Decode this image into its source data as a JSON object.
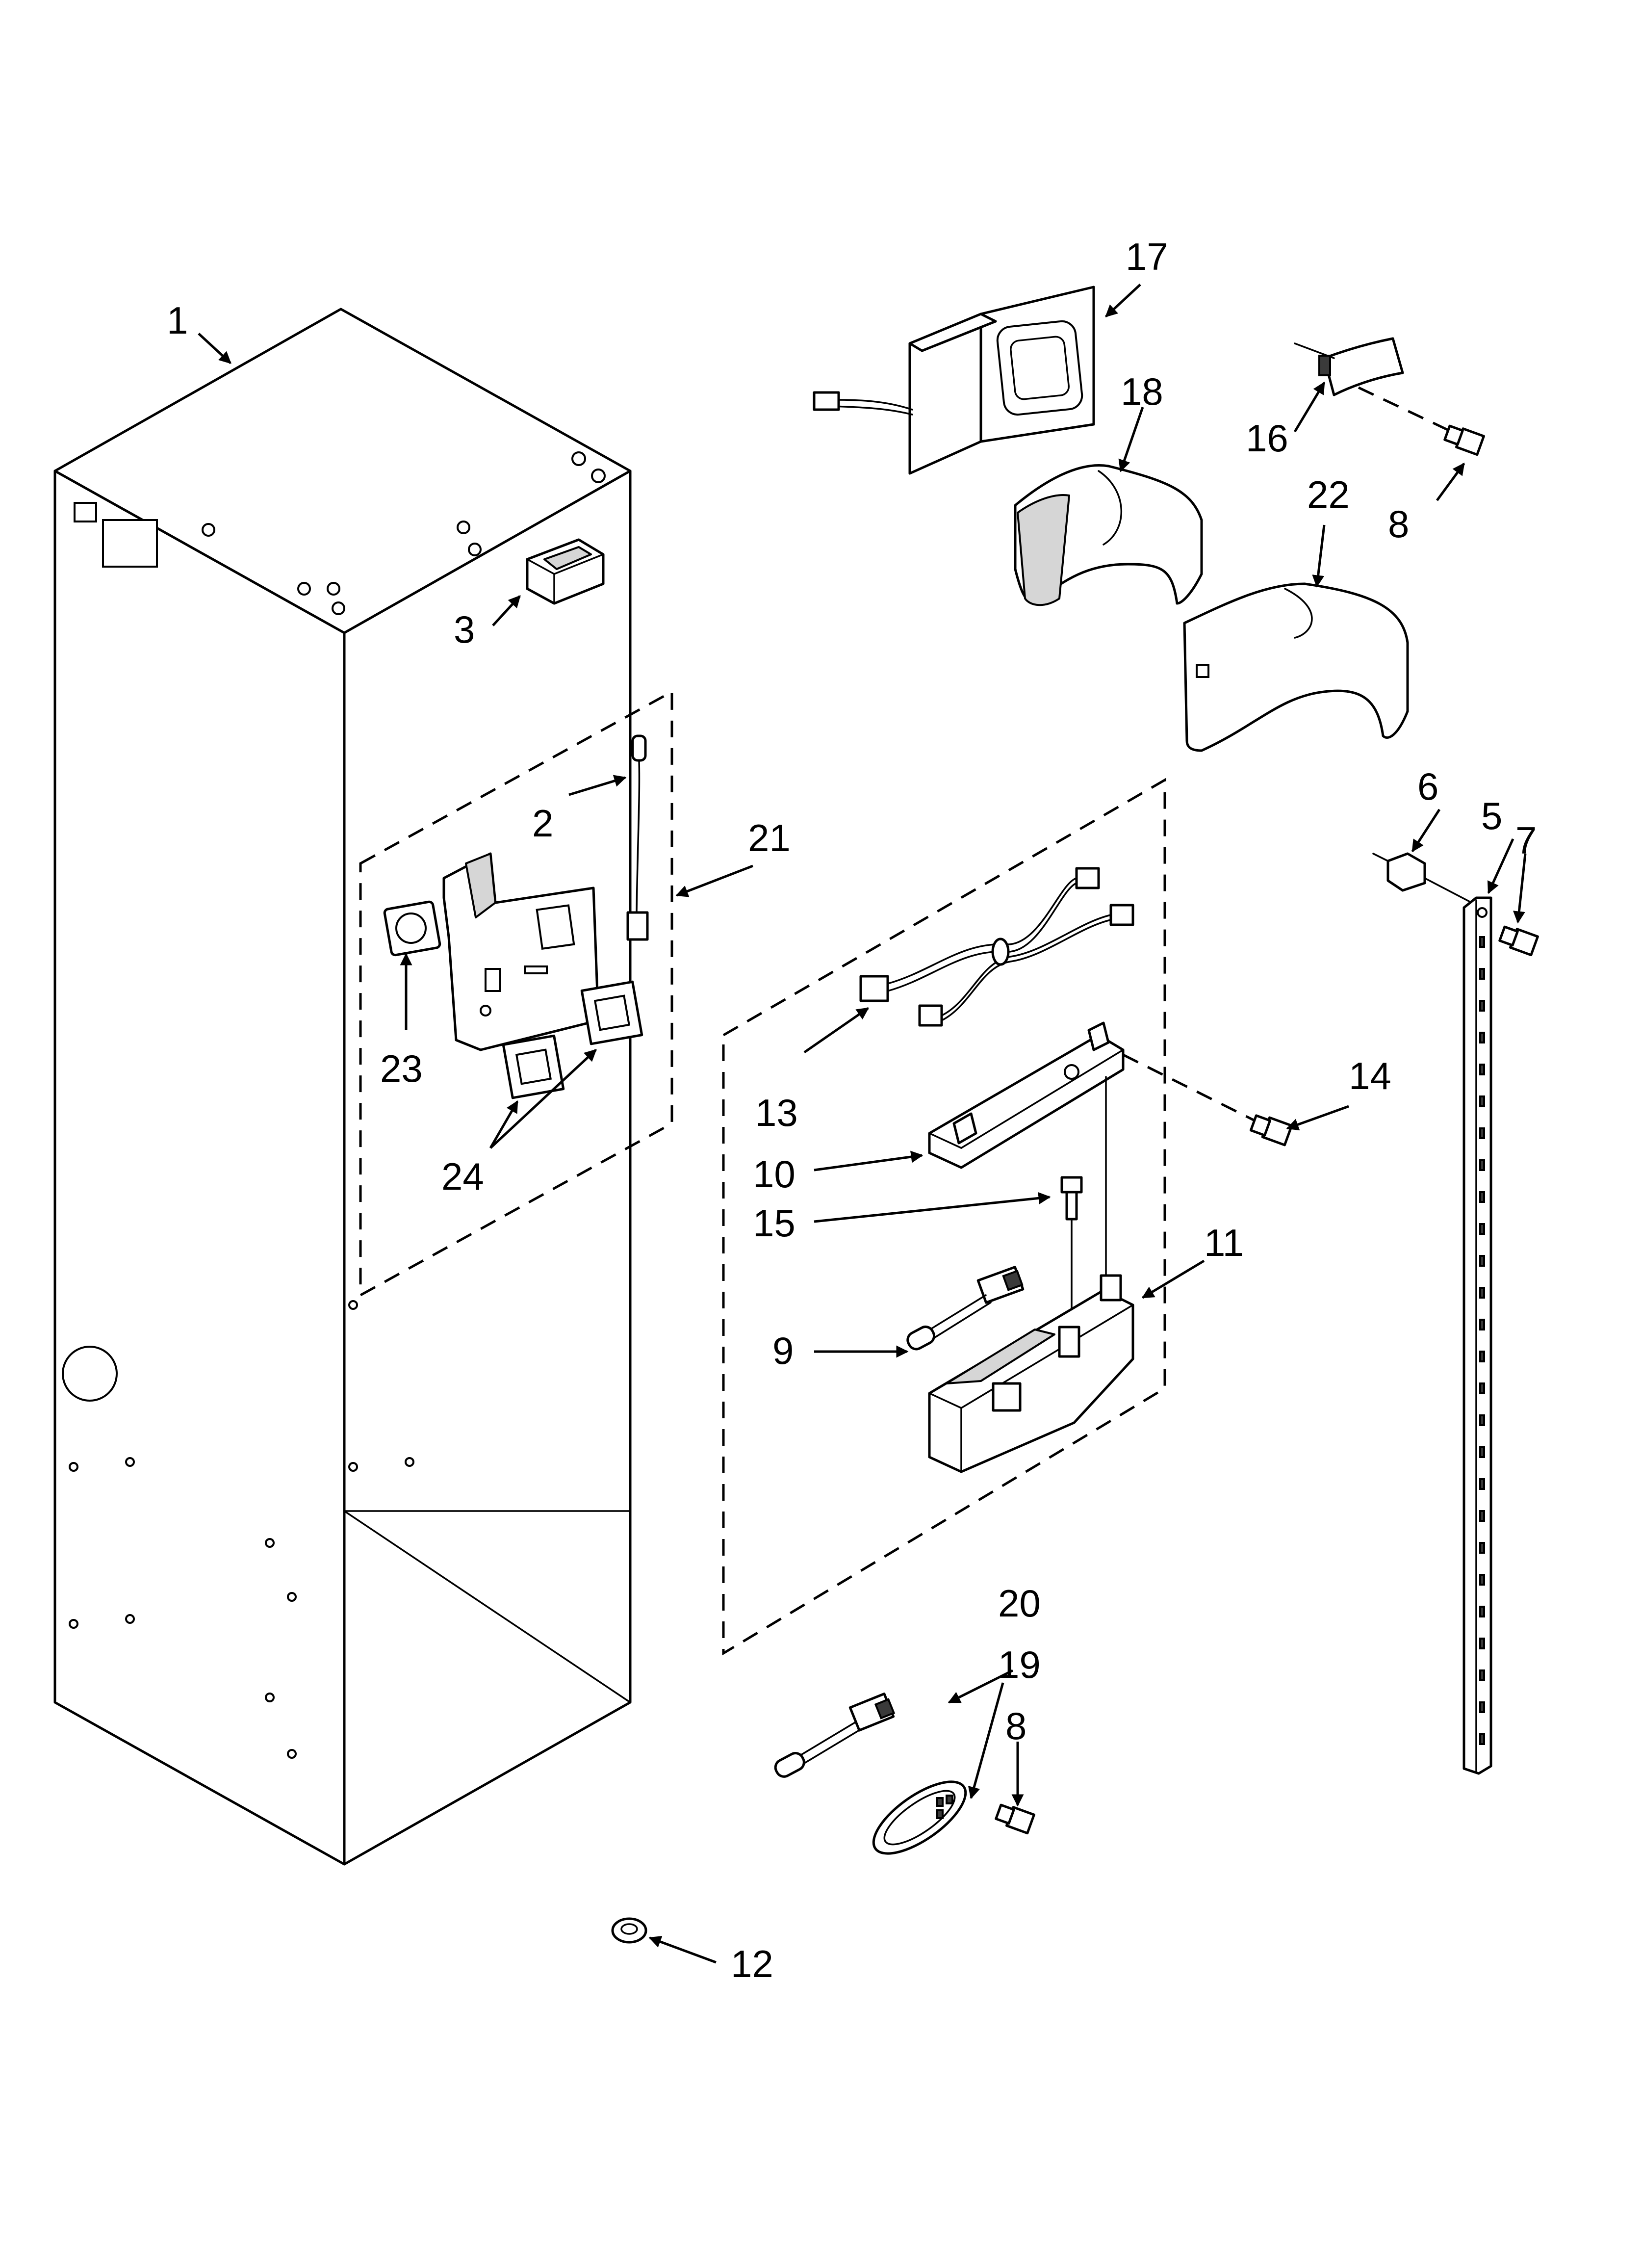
{
  "callouts": {
    "c1": "1",
    "c2": "2",
    "c3": "3",
    "c5": "5",
    "c6": "6",
    "c7": "7",
    "c8a": "8",
    "c8b": "8",
    "c9": "9",
    "c10": "10",
    "c11": "11",
    "c12": "12",
    "c13": "13",
    "c14": "14",
    "c15": "15",
    "c16": "16",
    "c17": "17",
    "c18": "18",
    "c19": "19",
    "c20": "20",
    "c21": "21",
    "c22": "22",
    "c23": "23",
    "c24": "24"
  }
}
